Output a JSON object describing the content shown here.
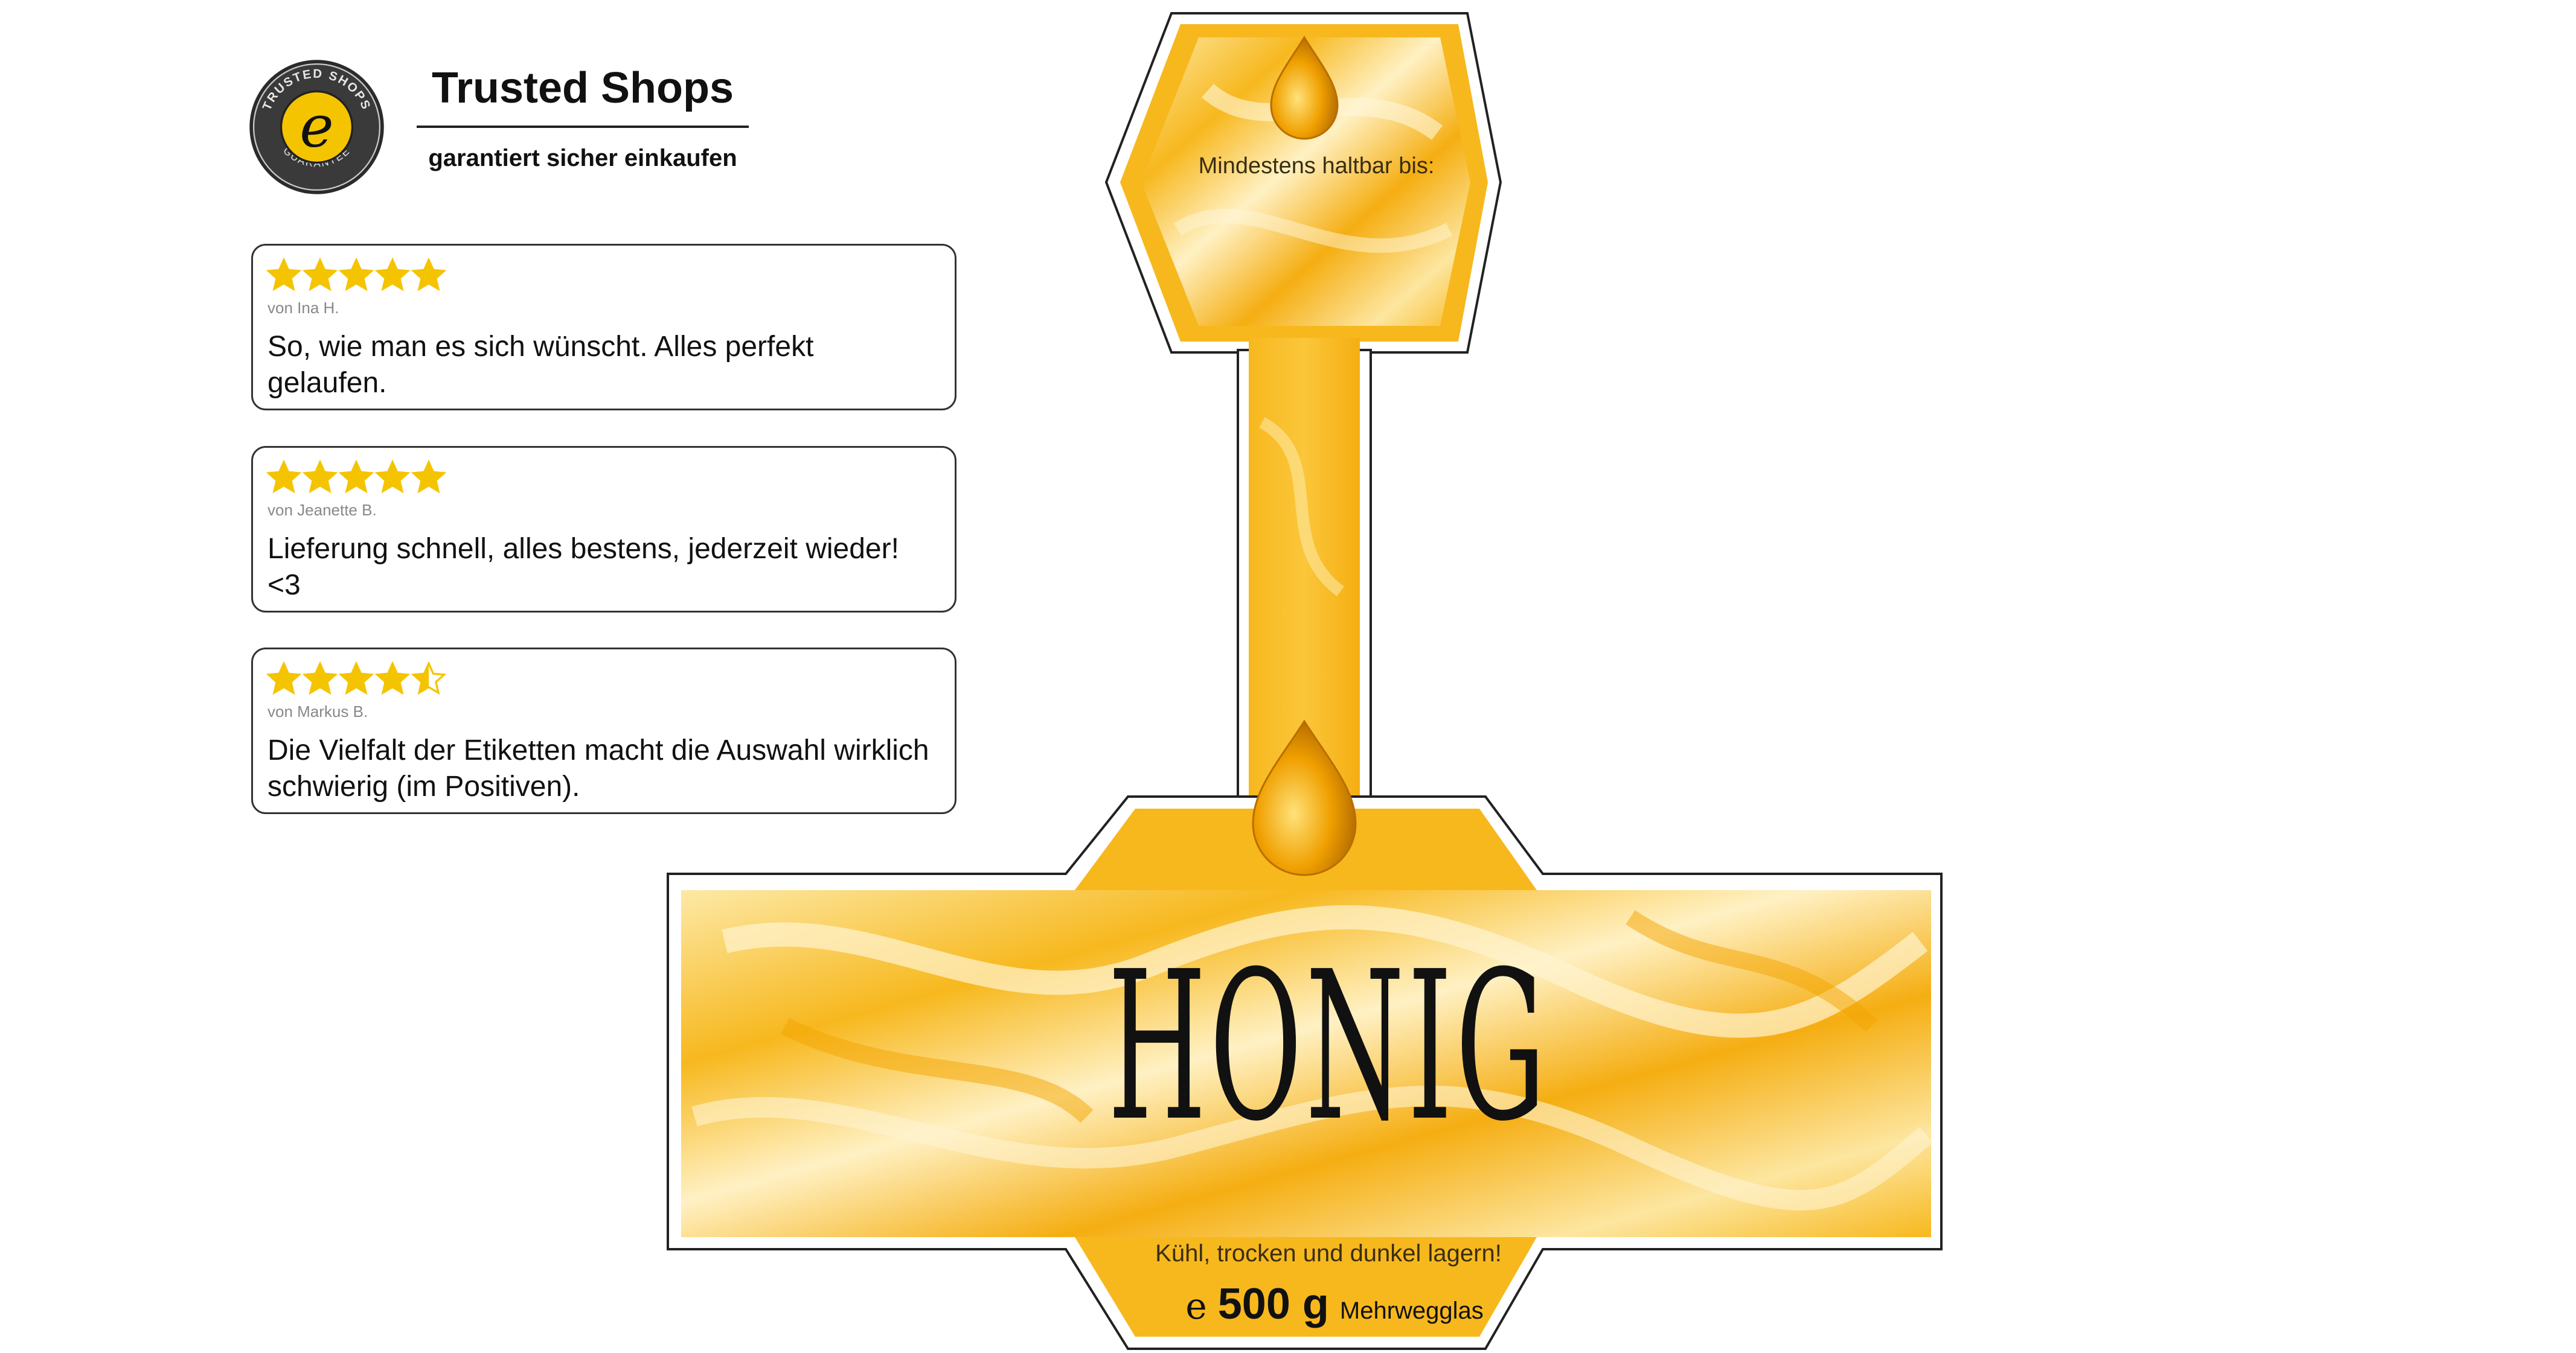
{
  "trusted_shops": {
    "title": "Trusted Shops",
    "subtitle": "garantiert sicher einkaufen",
    "seal_text": "TRUSTED SHOPS GUARANTEE",
    "seal_letter": "e"
  },
  "reviews": [
    {
      "rating": 5,
      "author": "von Ina H.",
      "text": "So, wie man es sich wünscht. Alles perfekt gelaufen."
    },
    {
      "rating": 5,
      "author": "von Jeanette B.",
      "text": "Lieferung schnell, alles bestens, jederzeit wieder! <3"
    },
    {
      "rating": 4.5,
      "author": "von Markus B.",
      "text": "Die Vielfalt der Etiketten macht die Auswahl wirklich schwierig (im Positiven)."
    }
  ],
  "label": {
    "best_before": "Mindestens haltbar bis:",
    "product": "HONIG",
    "storage": "Kühl, trocken und dunkel lagern!",
    "e_mark": "e",
    "weight": "500 g",
    "container": "Mehrwegglas"
  },
  "colors": {
    "star": "#f5c400",
    "honey": "#f7b81e",
    "honey_light": "#fde9a6",
    "outline": "#222222"
  }
}
